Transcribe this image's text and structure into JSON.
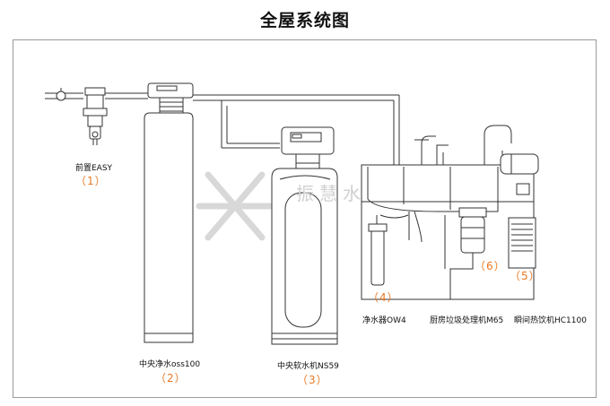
{
  "title": "全屋系统图",
  "watermark": "振慧水",
  "components": [
    {
      "label": "前置EASY",
      "number": "（1）"
    },
    {
      "label": "中央净水oss100",
      "number": "（2）"
    },
    {
      "label": "中央软水机NS59",
      "number": "（3）"
    },
    {
      "label": "净水器OW4",
      "number": "（4）"
    },
    {
      "label": "厨房垃圾处理机M65",
      "number": "（6）"
    },
    {
      "label": "瞬间热饮机HC1100",
      "number": "（5）"
    }
  ],
  "colors": {
    "accent": "#e87722",
    "line": "#333333",
    "frame": "#9a9a9a"
  }
}
